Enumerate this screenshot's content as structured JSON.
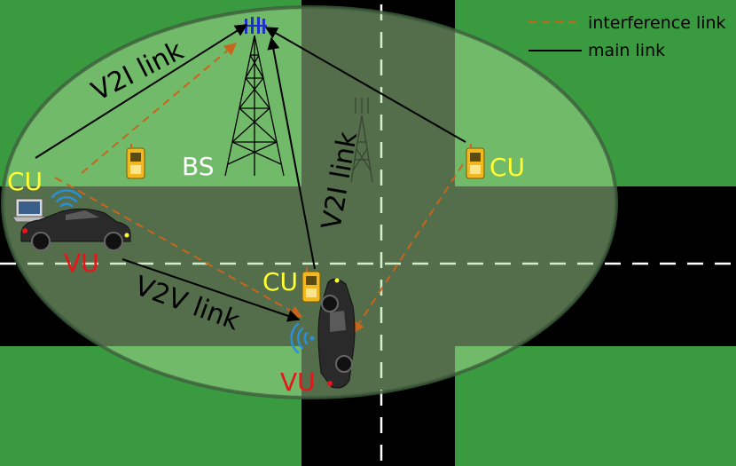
{
  "legend": {
    "interference": "interference link",
    "main": "main link"
  },
  "labels": {
    "v2i_left": "V2I link",
    "v2i_center": "V2I link",
    "v2v": "V2V link",
    "bs": "BS",
    "cu_left": "CU",
    "cu_right": "CU",
    "cu_center": "CU",
    "vu_left": "VU",
    "vu_bottom": "VU"
  },
  "colors": {
    "grass": "#3a9a3f",
    "road": "#000000",
    "coverage": "#8fce80",
    "main_link": "#000000",
    "interference_link": "#c9651a",
    "cu_label": "#ffff33",
    "vu_label": "#e8141a",
    "bs_label": "#ffffff",
    "antenna": "#1f2fc9",
    "wifi": "#2a8fd6",
    "phone": "#f2b820"
  },
  "icons": [
    "cell-tower-icon",
    "phone-icon",
    "laptop-icon",
    "car-icon",
    "wifi-icon",
    "antenna-icon"
  ]
}
